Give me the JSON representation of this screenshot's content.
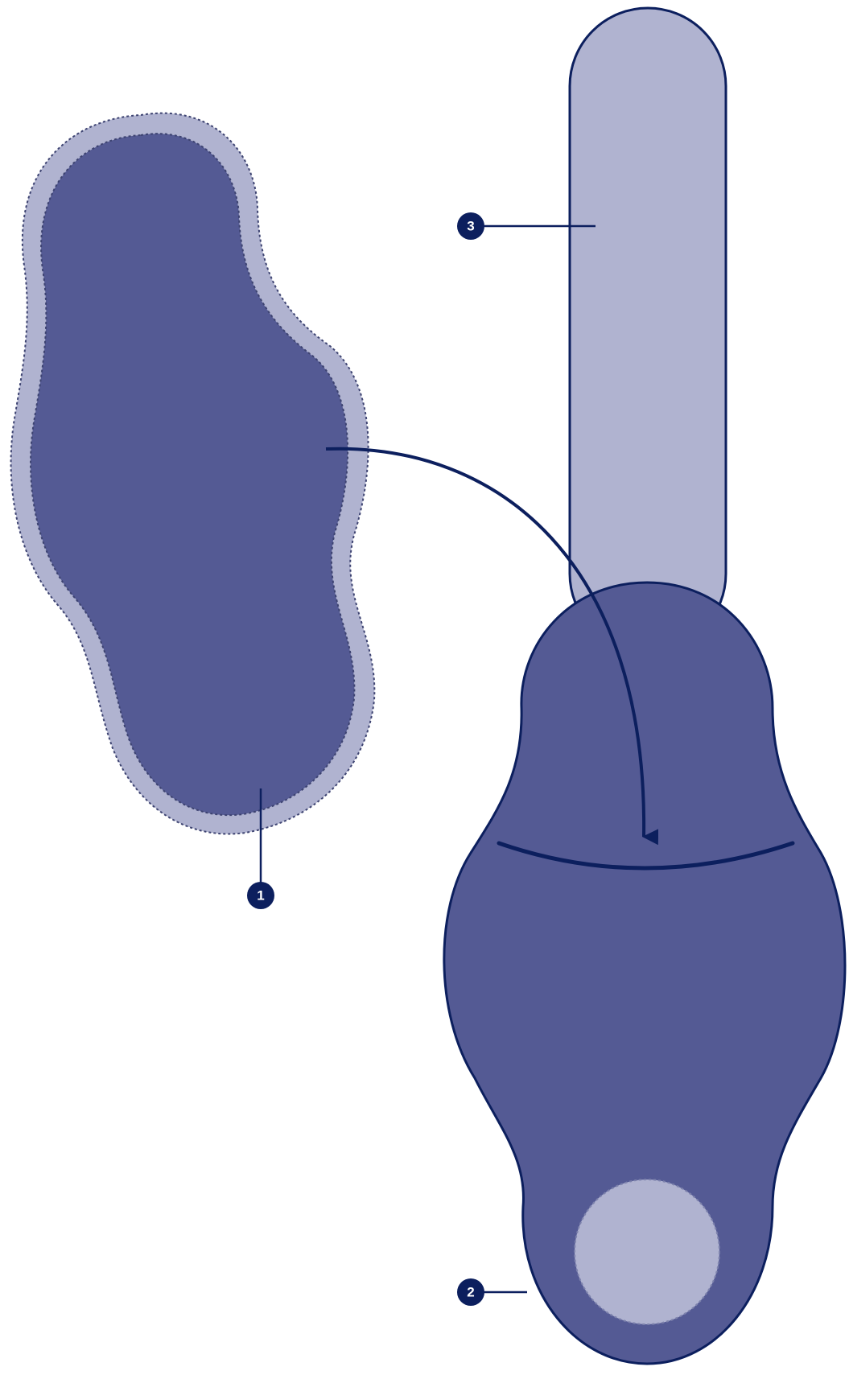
{
  "callouts": {
    "one": "1",
    "two": "2",
    "three": "3"
  },
  "colors": {
    "shape_fill": "#545a94",
    "shape_outline": "#0c1f5e",
    "light_fill": "#b0b3d0",
    "callout_badge": "#0c1f5e"
  }
}
